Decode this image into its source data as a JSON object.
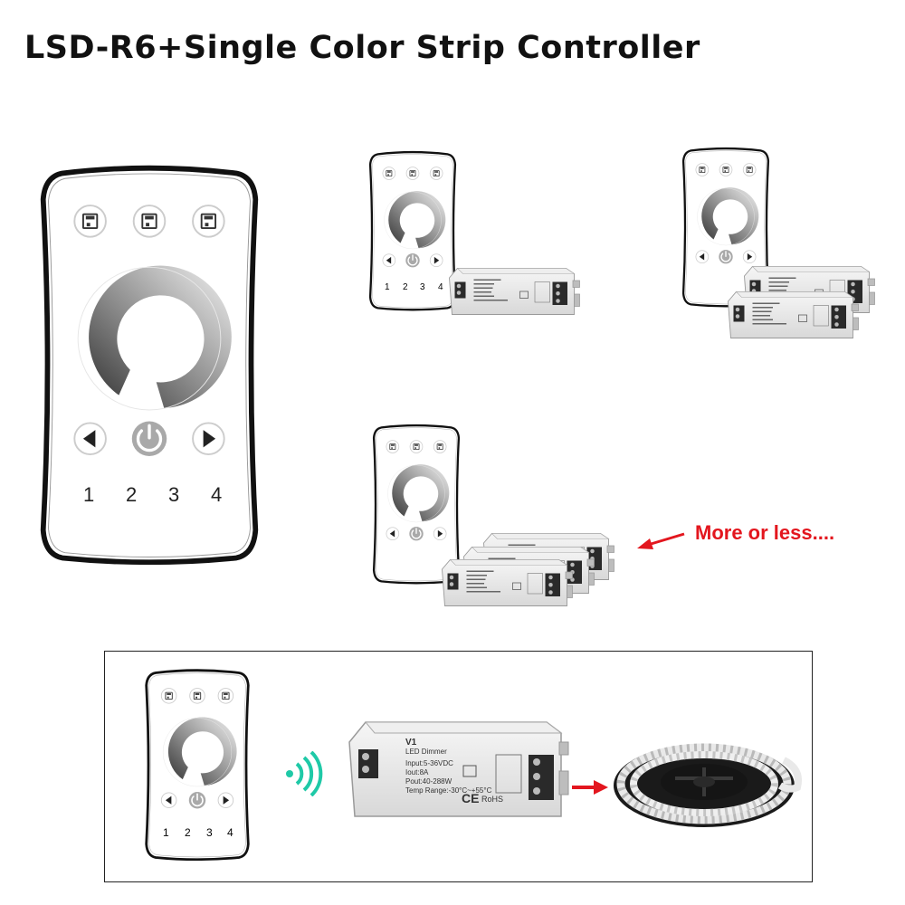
{
  "title": "LSD-R6+Single Color Strip Controller",
  "note": "More or less....",
  "remote": {
    "zones": [
      "1",
      "2",
      "3",
      "4"
    ],
    "icons": [
      "save-icon",
      "save-icon",
      "save-icon",
      "left-arrow-icon",
      "power-icon",
      "right-arrow-icon"
    ]
  },
  "controller": {
    "model": "V1",
    "name": "LED Dimmer",
    "specs": [
      "Input:5-36VDC",
      "Iout:8A",
      "Pout:40-288W"
    ],
    "temp": "Temp Range:-30°C~+55°C",
    "marks": [
      "CE",
      "RoHS"
    ]
  },
  "colors": {
    "accent": "#e3161e",
    "wifi": "#1fc9a7"
  }
}
